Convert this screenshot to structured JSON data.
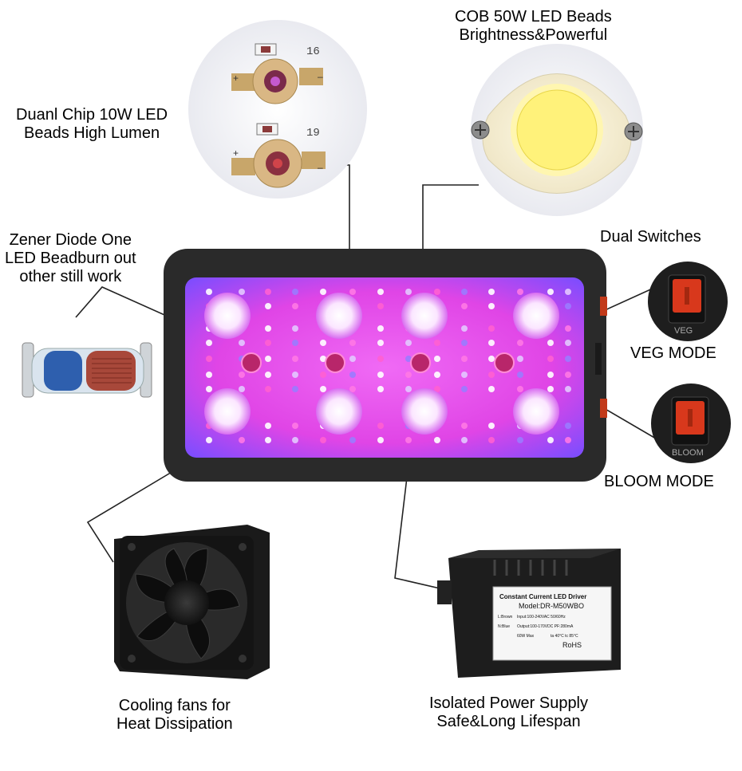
{
  "labels": {
    "dual_chip": [
      "Duanl Chip 10W LED",
      "Beads High Lumen"
    ],
    "cob": [
      "COB 50W LED Beads",
      "Brightness&Powerful"
    ],
    "zener": [
      "Zener Diode One",
      "LED Beadburn out",
      "other still work"
    ],
    "dual_switches": "Dual Switches",
    "veg_mode": "VEG MODE",
    "bloom_mode": "BLOOM MODE",
    "cooling": [
      "Cooling fans for",
      "Heat Dissipation"
    ],
    "power": [
      "Isolated Power Supply",
      "Safe&Long Lifespan"
    ]
  },
  "chip_numbers": [
    "16",
    "19"
  ],
  "switch_marks": {
    "veg": "VEG",
    "bloom": "BLOOM"
  },
  "driver": {
    "title": "Constant Current LED Driver",
    "model": "Model:DR-M50WBO",
    "input_label": "L:Brown",
    "input": "Input:100-240VAC 50/60Hz",
    "output_label": "N:Blue",
    "output": "Output:100-170VDC  PF:280mA",
    "power": "60W Max",
    "temps": "ta 40°C   tc 85°C",
    "rohs": "RoHS"
  },
  "colors": {
    "panel_frame": "#2a2a2a",
    "panel_glow": "#e545e8",
    "panel_edge": "#7a4dff",
    "switch_red": "#d8381c",
    "cob_yellow": "#fff27a"
  }
}
